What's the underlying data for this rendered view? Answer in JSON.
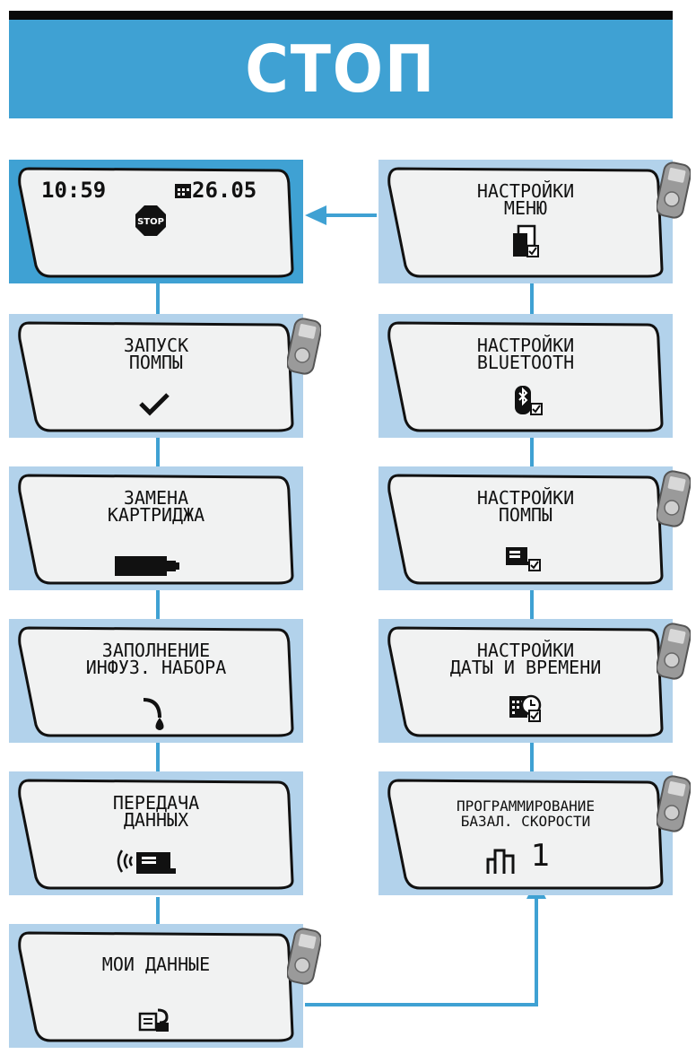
{
  "header": {
    "title": "СТОП"
  },
  "home": {
    "time": "10:59",
    "date": "26.05",
    "icon": "stop-sign-icon"
  },
  "left_menu": [
    {
      "line1": "ЗАПУСК",
      "line2": "ПОМПЫ",
      "icon": "checkmark-icon",
      "remote": true
    },
    {
      "line1": "ЗАМЕНА",
      "line2": "КАРТРИДЖА",
      "icon": "cartridge-icon",
      "remote": false
    },
    {
      "line1": "ЗАПОЛНЕНИЕ",
      "line2": "ИНФУЗ. НАБОРА",
      "icon": "infusion-set-icon",
      "remote": false
    },
    {
      "line1": "ПЕРЕДАЧА",
      "line2": "ДАННЫХ",
      "icon": "data-transfer-icon",
      "remote": false
    },
    {
      "line1": "МОИ ДАННЫЕ",
      "line2": "",
      "icon": "my-data-icon",
      "remote": true
    }
  ],
  "right_menu": [
    {
      "line1": "НАСТРОЙКИ",
      "line2": "МЕНЮ",
      "icon": "menu-settings-icon",
      "remote": true
    },
    {
      "line1": "НАСТРОЙКИ",
      "line2": "BLUETOOTH",
      "icon": "bluetooth-settings-icon",
      "remote": false
    },
    {
      "line1": "НАСТРОЙКИ",
      "line2": "ПОМПЫ",
      "icon": "pump-settings-icon",
      "remote": true
    },
    {
      "line1": "НАСТРОЙКИ",
      "line2": "ДАТЫ И ВРЕМЕНИ",
      "icon": "date-time-settings-icon",
      "remote": true
    },
    {
      "line1": "ПРОГРАММИРОВАНИЕ",
      "line2": "БАЗАЛ. СКОРОСТИ",
      "icon": "basal-rate-icon",
      "value": "1",
      "remote": true
    }
  ],
  "colors": {
    "banner": "#3fa1d3",
    "panel": "#b2d2eb",
    "connector": "#3fa1d3"
  }
}
